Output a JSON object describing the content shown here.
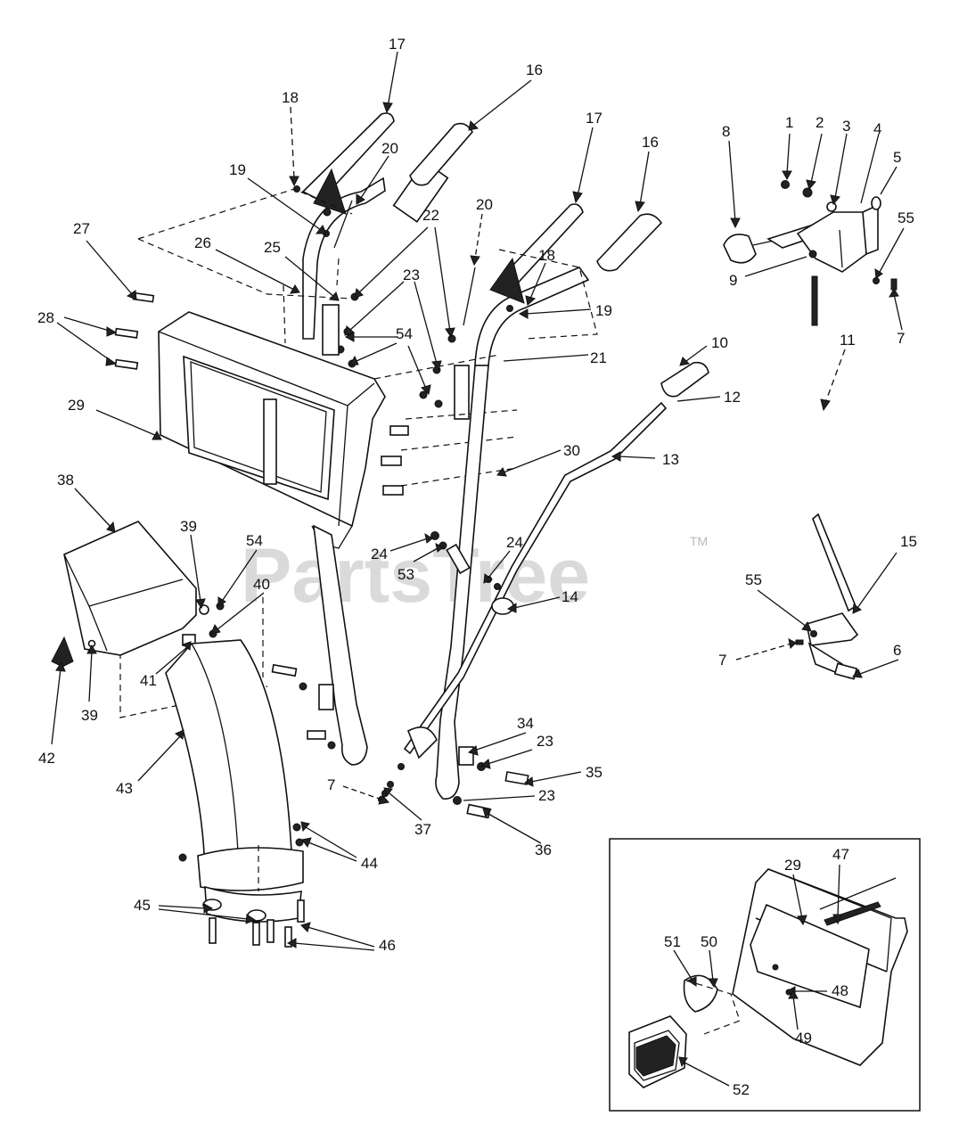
{
  "watermark": {
    "text": "PartsTree",
    "mark": "TM"
  },
  "callouts": [
    {
      "id": "c17a",
      "text": "17"
    },
    {
      "id": "c16a",
      "text": "16"
    },
    {
      "id": "c18a",
      "text": "18"
    },
    {
      "id": "c20a",
      "text": "20"
    },
    {
      "id": "c19a",
      "text": "19"
    },
    {
      "id": "c17b",
      "text": "17"
    },
    {
      "id": "c16b",
      "text": "16"
    },
    {
      "id": "c27",
      "text": "27"
    },
    {
      "id": "c26",
      "text": "26"
    },
    {
      "id": "c25",
      "text": "25"
    },
    {
      "id": "c22",
      "text": "22"
    },
    {
      "id": "c20b",
      "text": "20"
    },
    {
      "id": "c18b",
      "text": "18"
    },
    {
      "id": "c19b",
      "text": "19"
    },
    {
      "id": "c21",
      "text": "21"
    },
    {
      "id": "c28",
      "text": "28"
    },
    {
      "id": "c23a",
      "text": "23"
    },
    {
      "id": "c54a",
      "text": "54"
    },
    {
      "id": "c29a",
      "text": "29"
    },
    {
      "id": "c10",
      "text": "10"
    },
    {
      "id": "c12",
      "text": "12"
    },
    {
      "id": "c13",
      "text": "13"
    },
    {
      "id": "c30",
      "text": "30"
    },
    {
      "id": "c8",
      "text": "8"
    },
    {
      "id": "c1",
      "text": "1"
    },
    {
      "id": "c2",
      "text": "2"
    },
    {
      "id": "c3",
      "text": "3"
    },
    {
      "id": "c4",
      "text": "4"
    },
    {
      "id": "c5",
      "text": "5"
    },
    {
      "id": "c55a",
      "text": "55"
    },
    {
      "id": "c9",
      "text": "9"
    },
    {
      "id": "c7a",
      "text": "7"
    },
    {
      "id": "c11",
      "text": "11"
    },
    {
      "id": "c38",
      "text": "38"
    },
    {
      "id": "c39a",
      "text": "39"
    },
    {
      "id": "c54b",
      "text": "54"
    },
    {
      "id": "c40",
      "text": "40"
    },
    {
      "id": "c41",
      "text": "41"
    },
    {
      "id": "c39b",
      "text": "39"
    },
    {
      "id": "c42",
      "text": "42"
    },
    {
      "id": "c24a",
      "text": "24"
    },
    {
      "id": "c53",
      "text": "53"
    },
    {
      "id": "c24b",
      "text": "24"
    },
    {
      "id": "c14",
      "text": "14"
    },
    {
      "id": "c15",
      "text": "15"
    },
    {
      "id": "c55b",
      "text": "55"
    },
    {
      "id": "c7b",
      "text": "7"
    },
    {
      "id": "c6",
      "text": "6"
    },
    {
      "id": "c43",
      "text": "43"
    },
    {
      "id": "c34",
      "text": "34"
    },
    {
      "id": "c23b",
      "text": "23"
    },
    {
      "id": "c35",
      "text": "35"
    },
    {
      "id": "c23c",
      "text": "23"
    },
    {
      "id": "c7c",
      "text": "7"
    },
    {
      "id": "c37",
      "text": "37"
    },
    {
      "id": "c36",
      "text": "36"
    },
    {
      "id": "c44",
      "text": "44"
    },
    {
      "id": "c45",
      "text": "45"
    },
    {
      "id": "c46",
      "text": "46"
    },
    {
      "id": "c29b",
      "text": "29"
    },
    {
      "id": "c47",
      "text": "47"
    },
    {
      "id": "c51",
      "text": "51"
    },
    {
      "id": "c50",
      "text": "50"
    },
    {
      "id": "c48",
      "text": "48"
    },
    {
      "id": "c49",
      "text": "49"
    },
    {
      "id": "c52",
      "text": "52"
    }
  ]
}
